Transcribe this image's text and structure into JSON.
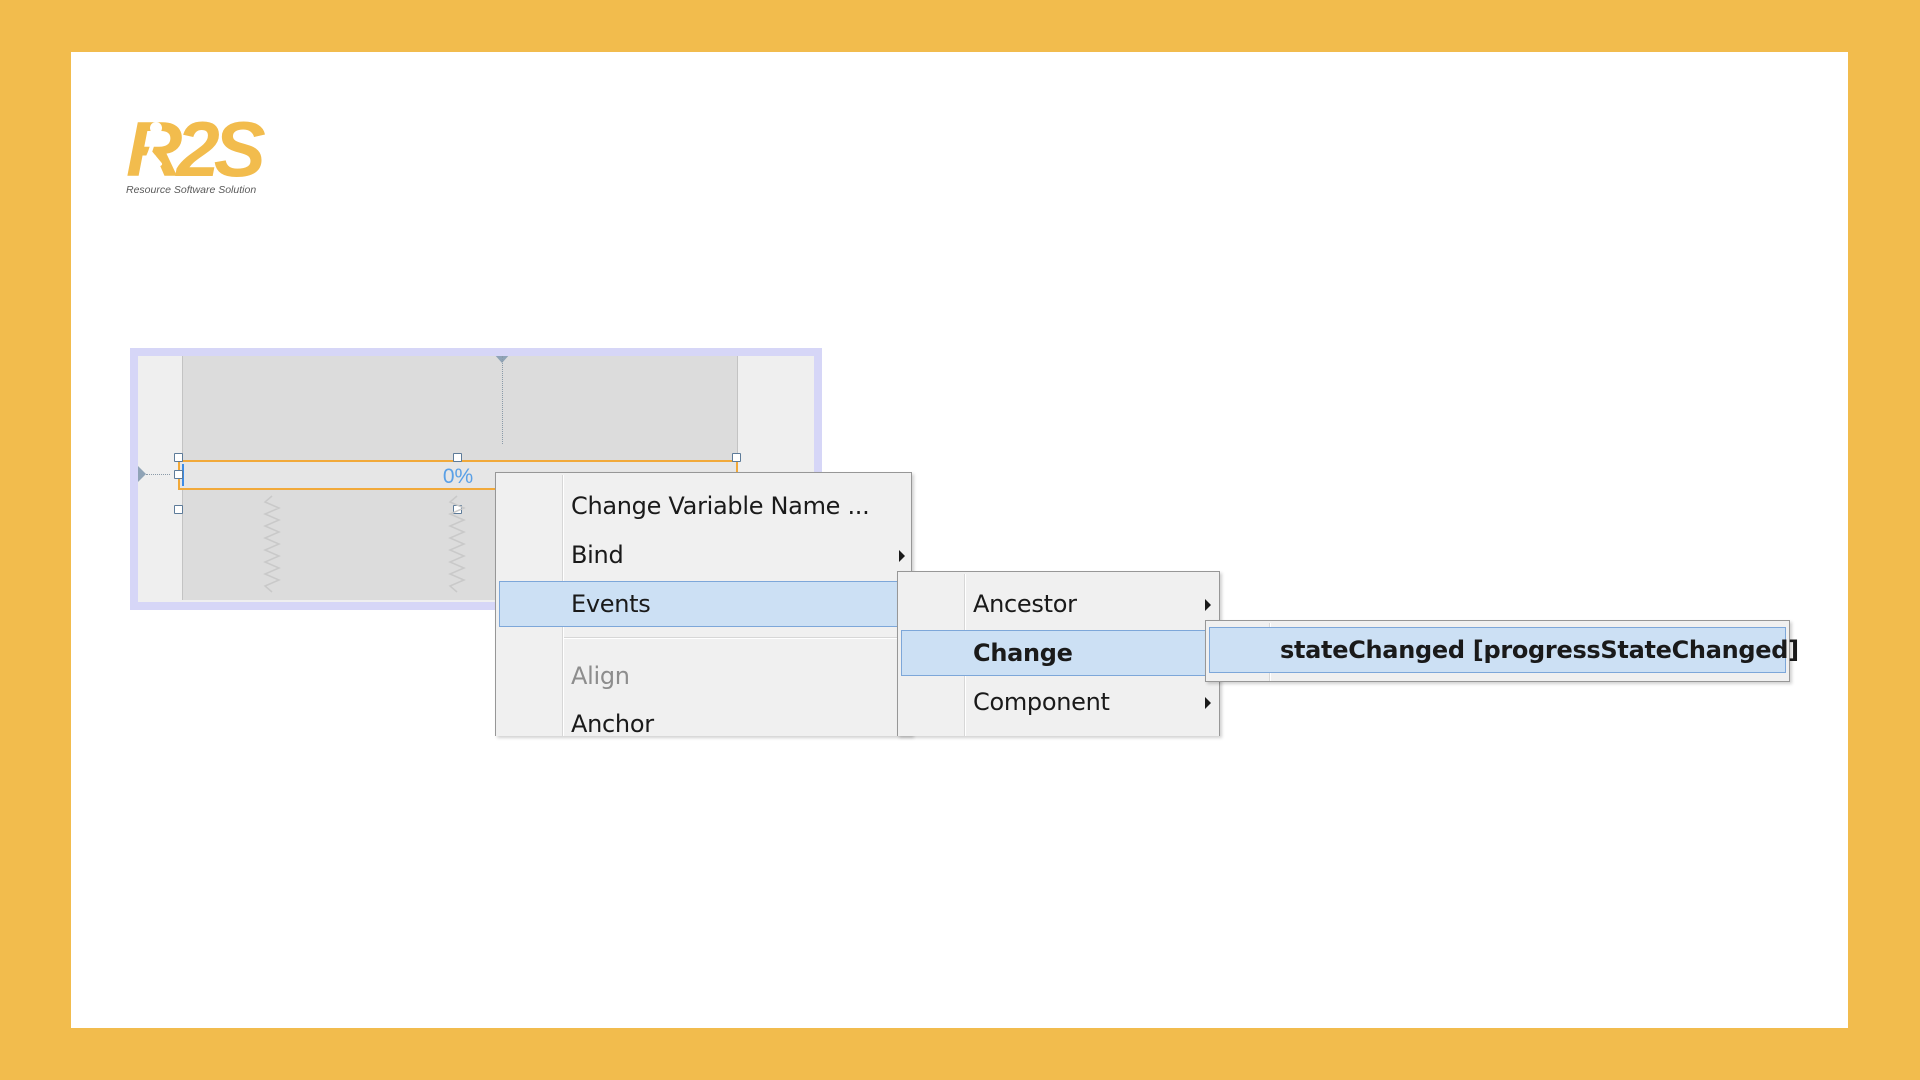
{
  "logo": {
    "text": "R2S",
    "tagline": "Resource Software Solution",
    "color": "#F2BC4D"
  },
  "designer": {
    "progress_text": "0%",
    "progress_value": 0,
    "accent": "#F1A93A"
  },
  "context_menu": {
    "items": [
      {
        "label": "Change Variable Name ...",
        "submenu": false,
        "enabled": true
      },
      {
        "label": "Bind",
        "submenu": true,
        "enabled": true
      },
      {
        "label": "Events",
        "submenu": true,
        "enabled": true,
        "highlighted": true
      },
      {
        "label": "Align",
        "submenu": true,
        "enabled": false
      },
      {
        "label": "Anchor",
        "submenu": true,
        "enabled": true
      }
    ]
  },
  "events_menu": {
    "items": [
      {
        "label": "Ancestor",
        "submenu": true
      },
      {
        "label": "Change",
        "submenu": true,
        "highlighted": true
      },
      {
        "label": "Component",
        "submenu": true
      }
    ]
  },
  "change_menu": {
    "items": [
      {
        "label": "stateChanged [progressStateChanged]",
        "highlighted": true
      }
    ]
  },
  "colors": {
    "background": "#F2BC4D",
    "menu_highlight": "#CCE0F4",
    "menu_highlight_border": "#7DA7D9"
  }
}
